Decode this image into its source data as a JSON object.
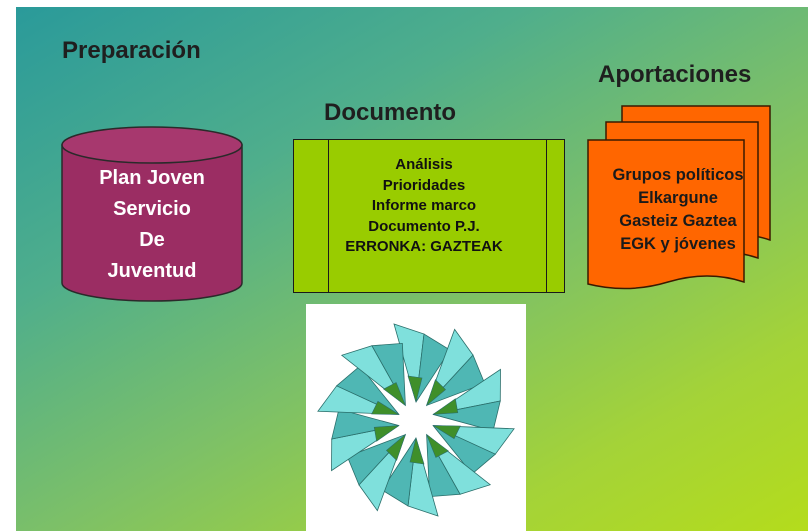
{
  "headings": {
    "preparacion": "Preparación",
    "documento": "Documento",
    "aportaciones": "Aportaciones"
  },
  "preparacion_cylinder": {
    "lines": [
      "Plan Joven",
      "Servicio",
      "De",
      "Juventud"
    ],
    "color": "#9b2d63"
  },
  "documento_box": {
    "lines": [
      "Análisis",
      "Prioridades",
      "Informe marco",
      "Documento P.J.",
      "ERRONKA: GAZTEAK"
    ],
    "color": "#99cc00"
  },
  "aportaciones_stack": {
    "lines": [
      "Grupos políticos",
      "Elkargune",
      "Gasteiz Gaztea",
      "EGK y jóvenes"
    ],
    "color": "#ff6600"
  },
  "image": {
    "description_icon": "origami-star-icon"
  },
  "colors": {
    "background_start": "#2a9a9a",
    "background_end": "#b4dc1c"
  }
}
